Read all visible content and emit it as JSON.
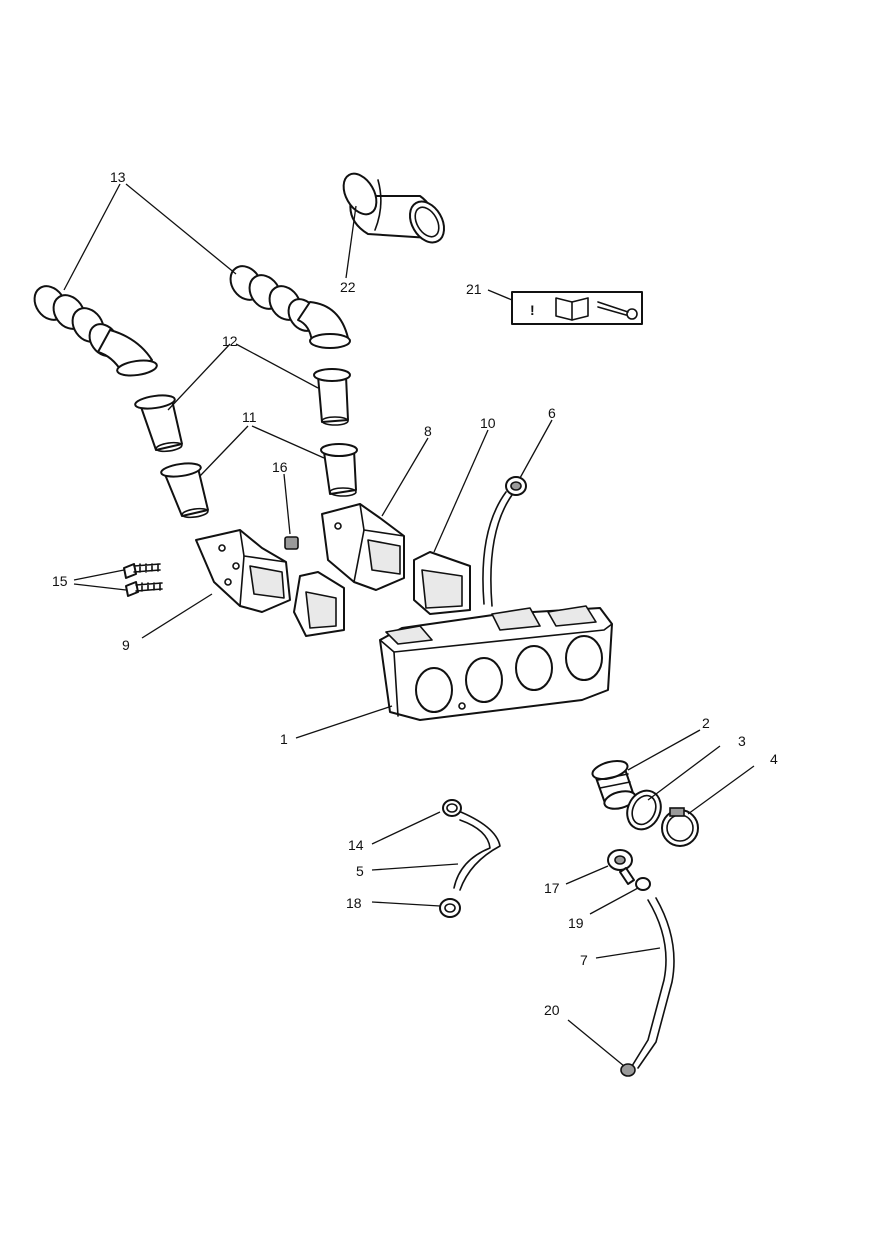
{
  "callouts": {
    "c1": "1",
    "c2": "2",
    "c3": "3",
    "c4": "4",
    "c5": "5",
    "c6": "6",
    "c7": "7",
    "c8": "8",
    "c9": "9",
    "c10": "10",
    "c11": "11",
    "c12": "12",
    "c13": "13",
    "c14": "14",
    "c15": "15",
    "c16": "16",
    "c17": "17",
    "c18": "18",
    "c19": "19",
    "c20": "20",
    "c21": "21",
    "c22": "22"
  },
  "warning_label": {
    "symbol": "!"
  },
  "icons": {
    "warning": "exclamation-icon",
    "manual": "open-book-icon",
    "tool": "torque-wrench-icon"
  },
  "colors": {
    "ink": "#111111",
    "paper": "#ffffff",
    "shade": "#e9e9e9"
  }
}
